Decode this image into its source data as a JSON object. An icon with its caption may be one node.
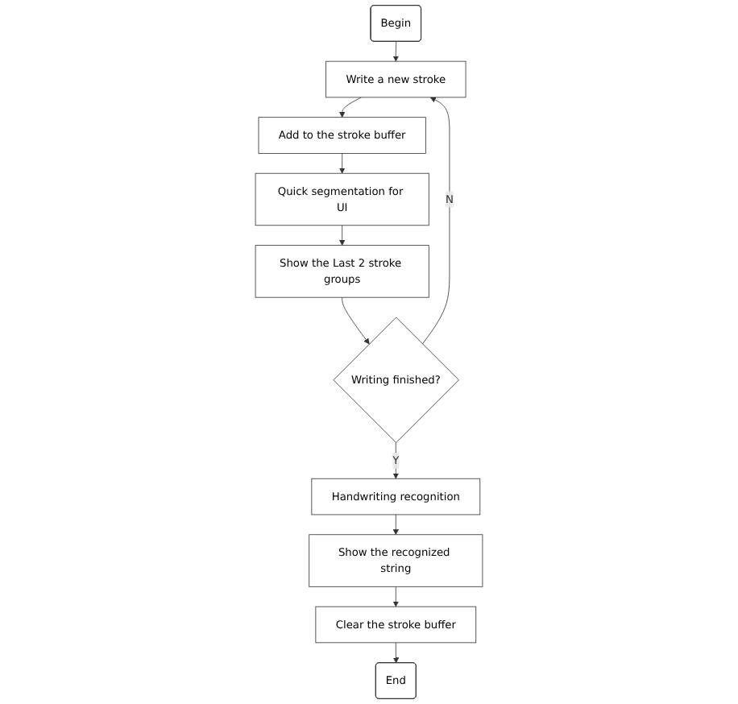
{
  "diagram": {
    "nodes": [
      {
        "text": [
          "Begin"
        ]
      },
      {
        "text": [
          "Write a new stroke"
        ]
      },
      {
        "text": [
          "Add to the stroke buffer"
        ]
      },
      {
        "text": [
          "Quick segmentation for UI"
        ]
      },
      {
        "text": [
          "Show the Last 2 stroke groups"
        ]
      },
      {
        "text": [
          "Writing finished?"
        ]
      },
      {
        "text": [
          "Handwriting recognition"
        ]
      },
      {
        "text": [
          "Show the recognized string"
        ]
      },
      {
        "text": [
          "Clear the stroke buffer"
        ]
      },
      {
        "text": [
          "End"
        ]
      }
    ],
    "edges": [
      {
        "from": 0,
        "to": 1,
        "arrow": "to"
      },
      {
        "from": 1,
        "to": 2,
        "arrow": "to"
      },
      {
        "from": 2,
        "to": 3,
        "arrow": "to"
      },
      {
        "from": 3,
        "to": 4,
        "arrow": "to"
      },
      {
        "from": 4,
        "to": 5,
        "arrow": "to"
      },
      {
        "from": 5,
        "to": 1,
        "arrow": "to",
        "label": "N"
      },
      {
        "from": 5,
        "to": 6,
        "arrow": "to",
        "label": "Y"
      },
      {
        "from": 6,
        "to": 7,
        "arrow": "to"
      },
      {
        "from": 7,
        "to": 8,
        "arrow": "to"
      },
      {
        "from": 8,
        "to": 9,
        "arrow": "to"
      }
    ]
  }
}
